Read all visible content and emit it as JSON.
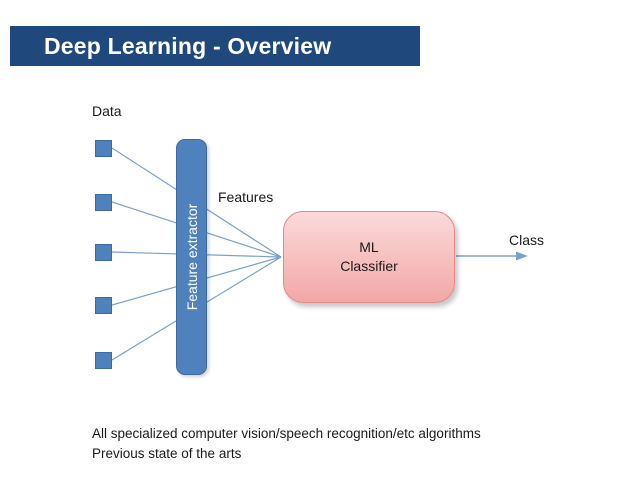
{
  "header": {
    "title": "Deep Learning - Overview"
  },
  "diagram": {
    "data_label": "Data",
    "features_label": "Features",
    "class_label": "Class",
    "feature_extractor_label": "Feature extractor",
    "classifier_line1": "ML",
    "classifier_line2": "Classifier"
  },
  "footer": {
    "line1": "All specialized computer vision/speech recognition/etc algorithms",
    "line2": "Previous state of the arts"
  },
  "colors": {
    "header-bg": "#1F497D",
    "shape-blue": "#4F81BD",
    "shape-blue-border": "#3A6BA5",
    "line-blue": "#7BA0CE",
    "classifier-fill-top": "#FCDADA",
    "classifier-fill-bottom": "#F2A7A7",
    "classifier-border": "#E08A8A",
    "text-dark": "#1A1A1A"
  }
}
